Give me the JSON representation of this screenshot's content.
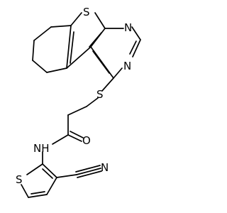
{
  "atom_labels": {
    "s_thiophene_fused": "S",
    "n_pyrimidine_1": "N",
    "n_pyrimidine_3": "N",
    "s_thioether": "S",
    "o_carbonyl": "O",
    "nh_amide": "NH",
    "s_thiophene": "S",
    "n_nitrile": "N"
  },
  "colors": {
    "bond": "#000000",
    "label": "#000000",
    "background": "#ffffff"
  }
}
